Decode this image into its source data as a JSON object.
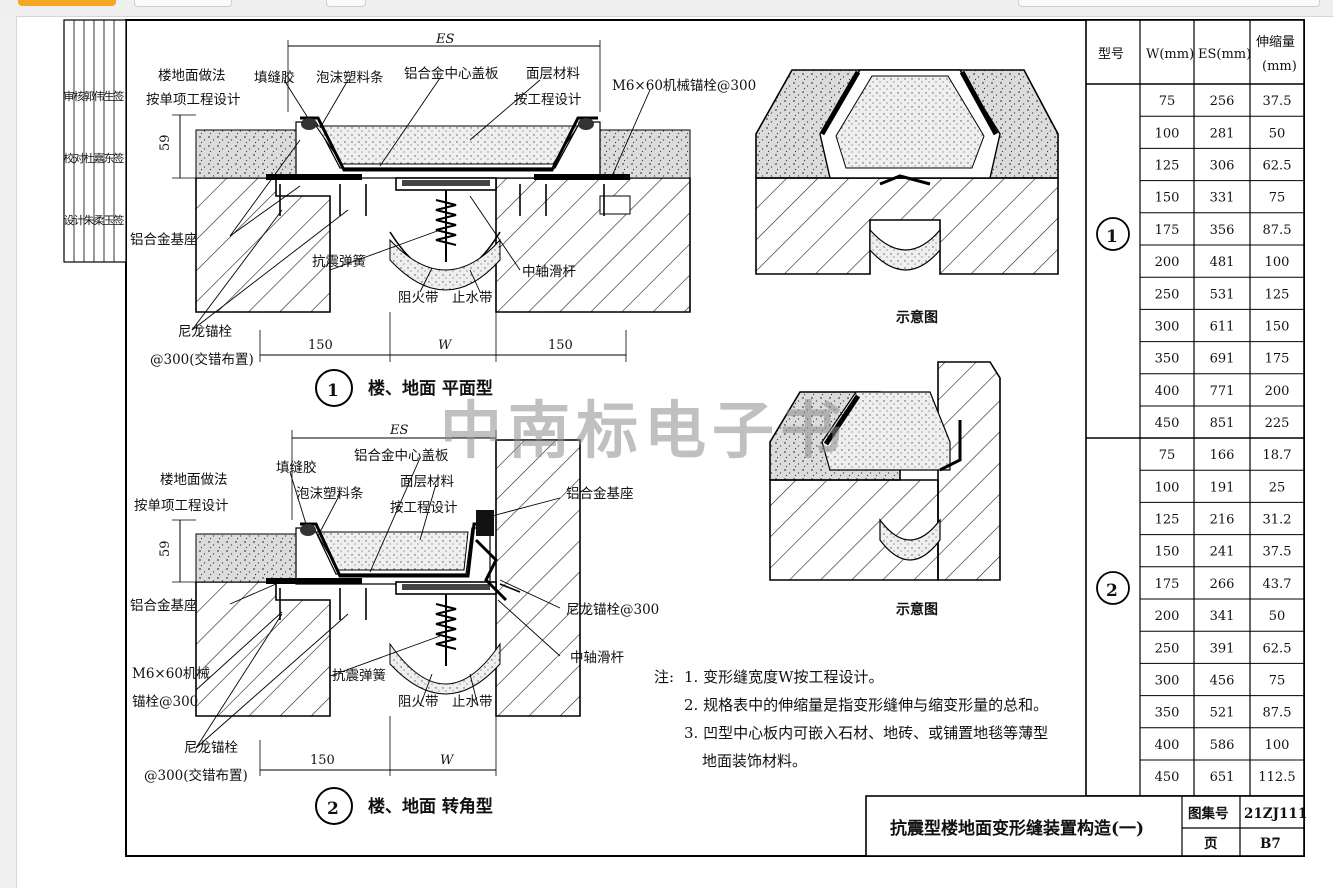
{
  "window": {
    "scrollbar_indicator": ""
  },
  "sidebar_stamp": {
    "col1": [
      "审",
      "校",
      "设"
    ],
    "col2": [
      "核",
      "对",
      "计"
    ],
    "col3": [
      "郭",
      "杜",
      "朱"
    ],
    "col4": [
      "伟",
      "嘉",
      "柔"
    ],
    "col5": [
      "生",
      "东",
      "玉"
    ],
    "col6": [
      "签",
      "签",
      "签"
    ]
  },
  "drawing1": {
    "dim_es": "ES",
    "label_floor_method": "楼地面做法",
    "label_per_project": "按单项工程设计",
    "label_sealant": "填缝胶",
    "label_foam_strip": "泡沫塑料条",
    "label_center_plate": "铝合金中心盖板",
    "label_surface_material": "面层材料",
    "label_per_engineering": "按工程设计",
    "label_bolt": "M6×60机械锚栓@300",
    "dim_59": "59",
    "label_alu_base": "铝合金基座",
    "label_spring": "抗震弹簧",
    "label_slide_bar": "中轴滑杆",
    "label_fire_belt": "阻火带",
    "label_water_stop": "止水带",
    "label_nylon_anchor": "尼龙锚栓",
    "label_anchor_spacing": "@300(交错布置)",
    "dim_left": "150",
    "dim_mid": "W",
    "dim_right": "150",
    "number": "1",
    "title": "楼、地面  平面型"
  },
  "drawing2": {
    "dim_es": "ES",
    "label_floor_method": "楼地面做法",
    "label_per_project": "按单项工程设计",
    "label_sealant": "填缝胶",
    "label_foam_strip": "泡沫塑料条",
    "label_center_plate": "铝合金中心盖板",
    "label_surface_material": "面层材料",
    "label_per_engineering": "按工程设计",
    "label_alu_base_right": "铝合金基座",
    "dim_59": "59",
    "label_alu_base": "铝合金基座",
    "label_nylon_right": "尼龙锚栓@300",
    "label_slide_bar": "中轴滑杆",
    "label_bolt_a": "M6×60机械",
    "label_bolt_b": "锚栓@300",
    "label_spring": "抗震弹簧",
    "label_fire_belt": "阻火带",
    "label_water_stop": "止水带",
    "label_nylon_anchor": "尼龙锚栓",
    "label_anchor_spacing": "@300(交错布置)",
    "dim_left": "150",
    "dim_mid": "W",
    "number": "2",
    "title": "楼、地面  转角型"
  },
  "sketch_labels": {
    "top": "示意图",
    "bottom": "示意图"
  },
  "watermark": "中南标电子书",
  "notes": {
    "prefix": "注:",
    "items": [
      "1. 变形缝宽度W按工程设计。",
      "2. 规格表中的伸缩量是指变形缝伸与缩变形量的总和。",
      "3. 凹型中心板内可嵌入石材、地砖、或铺置地毯等薄型",
      "地面装饰材料。"
    ]
  },
  "spec_table": {
    "headers": [
      "型号",
      "W(mm)",
      "ES(mm)",
      "伸缩量",
      "(mm)"
    ],
    "group1": {
      "label": "1",
      "rows": [
        [
          "75",
          "256",
          "37.5"
        ],
        [
          "100",
          "281",
          "50"
        ],
        [
          "125",
          "306",
          "62.5"
        ],
        [
          "150",
          "331",
          "75"
        ],
        [
          "175",
          "356",
          "87.5"
        ],
        [
          "200",
          "481",
          "100"
        ],
        [
          "250",
          "531",
          "125"
        ],
        [
          "300",
          "611",
          "150"
        ],
        [
          "350",
          "691",
          "175"
        ],
        [
          "400",
          "771",
          "200"
        ],
        [
          "450",
          "851",
          "225"
        ]
      ]
    },
    "group2": {
      "label": "2",
      "rows": [
        [
          "75",
          "166",
          "18.7"
        ],
        [
          "100",
          "191",
          "25"
        ],
        [
          "125",
          "216",
          "31.2"
        ],
        [
          "150",
          "241",
          "37.5"
        ],
        [
          "175",
          "266",
          "43.7"
        ],
        [
          "200",
          "341",
          "50"
        ],
        [
          "250",
          "391",
          "62.5"
        ],
        [
          "300",
          "456",
          "75"
        ],
        [
          "350",
          "521",
          "87.5"
        ],
        [
          "400",
          "586",
          "100"
        ],
        [
          "450",
          "651",
          "112.5"
        ]
      ]
    }
  },
  "title_block": {
    "title": "抗震型楼地面变形缝装置构造(一)",
    "atlas_label": "图集号",
    "atlas_value": "21ZJ111",
    "page_label": "页",
    "page_value": "B7"
  }
}
